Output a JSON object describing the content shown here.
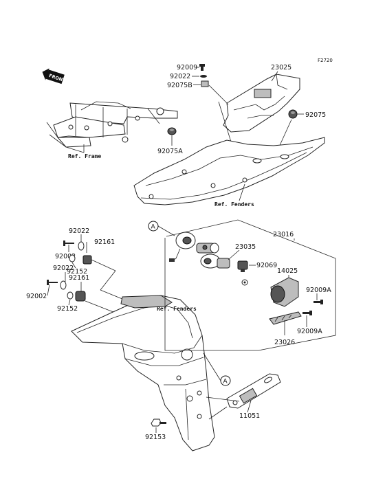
{
  "diagram_code": "F2720",
  "front_badge": "FRONT",
  "refs": {
    "frame": "Ref. Frame",
    "fenders_top": "Ref. Fenders",
    "fenders_bottom": "Ref. Fenders"
  },
  "callout_marker": "A",
  "parts": {
    "p92009_top": "92009",
    "p92022_top": "92022",
    "p92075B": "92075B",
    "p23025": "23025",
    "p92075": "92075",
    "p92075A": "92075A",
    "p92022_a": "92022",
    "p92002_a": "92002",
    "p92161_a": "92161",
    "p92152_a": "92152",
    "p92022_b": "92022",
    "p92002_b": "92002",
    "p92161_b": "92161",
    "p92152_b": "92152",
    "p23016": "23016",
    "p23035": "23035",
    "p92069": "92069",
    "p14025": "14025",
    "p92009A_a": "92009A",
    "p92009A_b": "92009A",
    "p23026": "23026",
    "p11051": "11051",
    "p92153": "92153"
  }
}
